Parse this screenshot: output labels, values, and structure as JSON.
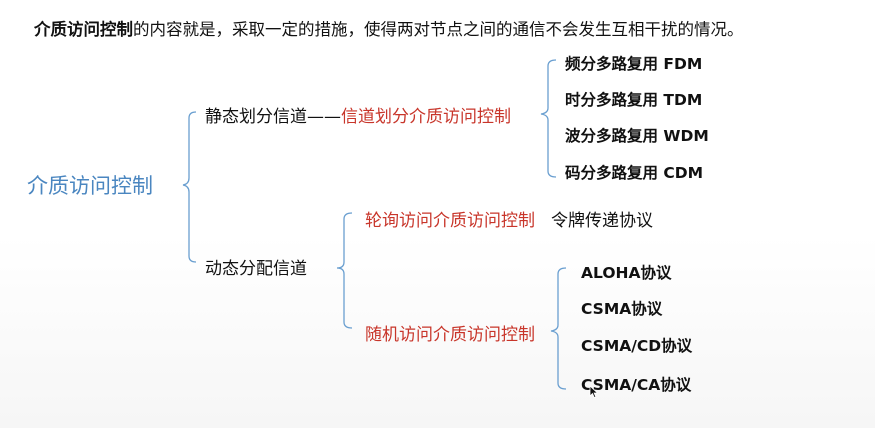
{
  "intro": {
    "term": "介质访问控制",
    "rest": "的内容就是，采取一定的措施，使得两对节点之间的通信不会发生互相干扰的情况。"
  },
  "tree": {
    "root": "介质访问控制",
    "static": {
      "label": "静态划分信道——",
      "sub": "信道划分介质访问控制",
      "items": [
        "频分多路复用 FDM",
        "时分多路复用 TDM",
        "波分多路复用 WDM",
        "码分多路复用 CDM"
      ]
    },
    "dynamic": {
      "label": "动态分配信道",
      "polling": {
        "label": "轮询访问介质访问控制",
        "item": "令牌传递协议"
      },
      "random": {
        "label": "随机访问介质访问控制",
        "items": [
          "ALOHA协议",
          "CSMA协议",
          "CSMA/CD协议",
          "CSMA/CA协议"
        ]
      }
    }
  },
  "colors": {
    "root": "#4a86c0",
    "line": "#6a9fd0",
    "sub_red": "#c8352a",
    "leaf_orange": "#d27a30"
  },
  "icons": [
    "mouse-cursor-icon"
  ]
}
